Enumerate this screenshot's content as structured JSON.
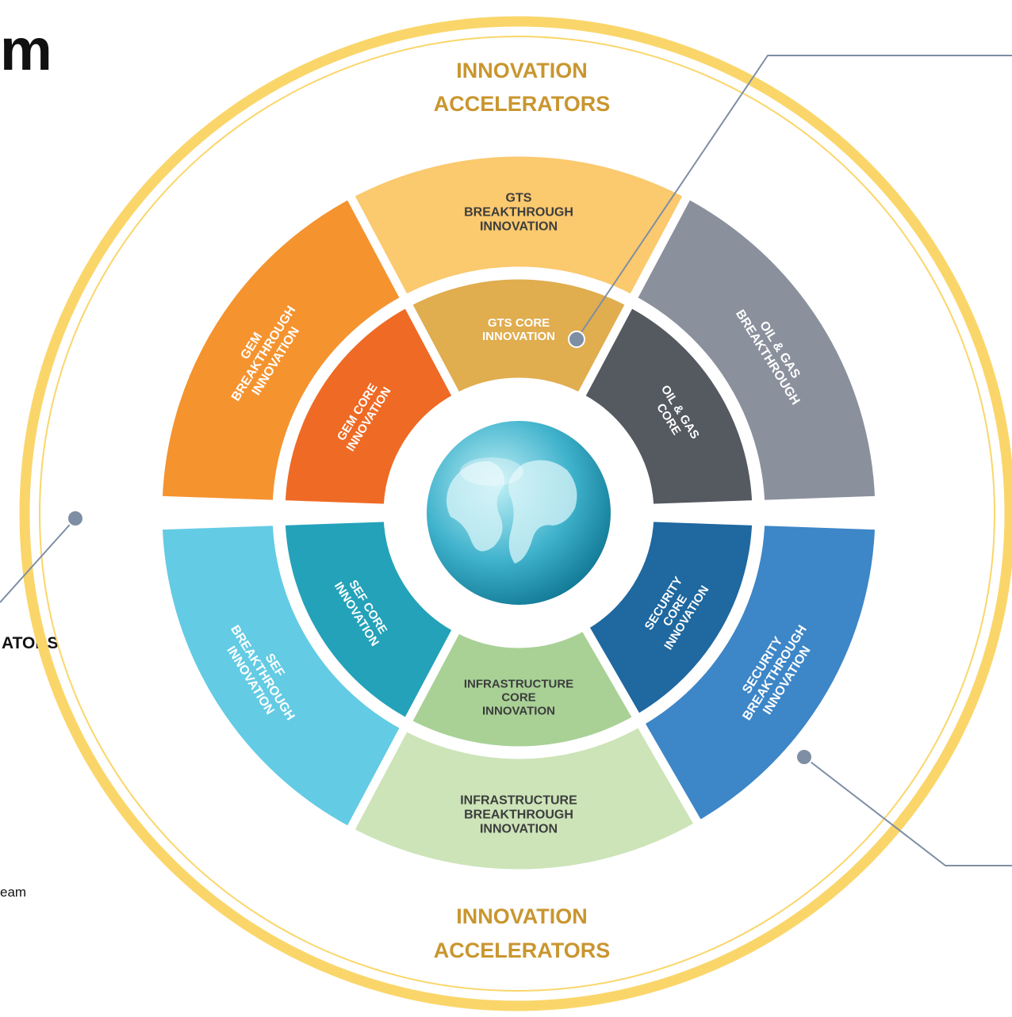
{
  "fragments": {
    "title": "m",
    "accelerators": "ATORS",
    "team": "eam"
  },
  "outer_ring": {
    "top_label": [
      "INNOVATION",
      "ACCELERATORS"
    ],
    "bottom_label": [
      "INNOVATION",
      "ACCELERATORS"
    ]
  },
  "segments": {
    "outer": [
      {
        "id": "gts-breakthrough",
        "lines": [
          "GTS",
          "BREAKTHROUGH",
          "INNOVATION"
        ],
        "color": "#fbc96e",
        "text_color": "#3d3d3d"
      },
      {
        "id": "oil-gas-breakthrough",
        "lines": [
          "OIL & GAS",
          "BREAKTHROUGH"
        ],
        "color": "#8a909c",
        "text_color": "#ffffff"
      },
      {
        "id": "security-breakthrough",
        "lines": [
          "SECURITY",
          "BREAKTHROUGH",
          "INNOVATION"
        ],
        "color": "#3d86c7",
        "text_color": "#ffffff"
      },
      {
        "id": "infrastructure-breakthrough",
        "lines": [
          "INFRASTRUCTURE",
          "BREAKTHROUGH",
          "INNOVATION"
        ],
        "color": "#cce4b8",
        "text_color": "#3d3d3d"
      },
      {
        "id": "sef-breakthrough",
        "lines": [
          "SEF",
          "BREAKTHROUGH",
          "INNOVATION"
        ],
        "color": "#63cbe4",
        "text_color": "#ffffff"
      },
      {
        "id": "gem-breakthrough",
        "lines": [
          "GEM",
          "BREAKTHROUGH",
          "INNOVATION"
        ],
        "color": "#f5932f",
        "text_color": "#ffffff"
      }
    ],
    "inner": [
      {
        "id": "gts-core",
        "lines": [
          "GTS CORE",
          "INNOVATION"
        ],
        "color": "#e0ad4f",
        "text_color": "#ffffff"
      },
      {
        "id": "oil-gas-core",
        "lines": [
          "OIL & GAS",
          "CORE"
        ],
        "color": "#555960",
        "text_color": "#ffffff"
      },
      {
        "id": "security-core",
        "lines": [
          "SECURITY",
          "CORE",
          "INNOVATION"
        ],
        "color": "#1f68a0",
        "text_color": "#ffffff"
      },
      {
        "id": "infrastructure-core",
        "lines": [
          "INFRASTRUCTURE",
          "CORE",
          "INNOVATION"
        ],
        "color": "#a9d196",
        "text_color": "#3d3d3d"
      },
      {
        "id": "sef-core",
        "lines": [
          "SEF CORE",
          "INNOVATION"
        ],
        "color": "#24a2b9",
        "text_color": "#ffffff"
      },
      {
        "id": "gem-core",
        "lines": [
          "GEM CORE",
          "INNOVATION"
        ],
        "color": "#ef6a25",
        "text_color": "#ffffff"
      }
    ]
  },
  "colors": {
    "ring_gold": "#fad66a",
    "accent_text": "#c9962f",
    "connector": "#7e8ea4",
    "globe_light": "#9fe3ee",
    "globe_dark": "#0f7f9c"
  },
  "icons": {
    "center": "globe-icon"
  }
}
